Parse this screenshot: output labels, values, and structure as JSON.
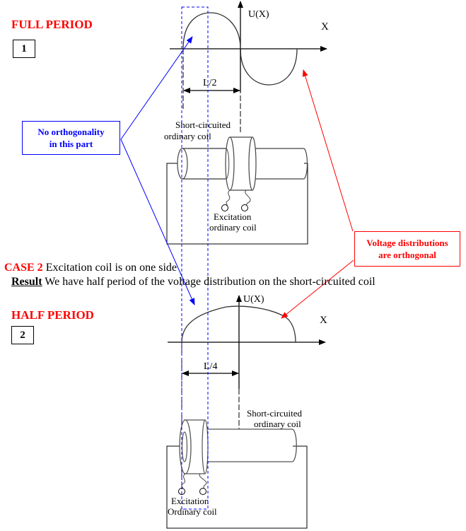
{
  "section1": {
    "title": "FULL PERIOD",
    "number": "1",
    "axis_y_label": "U(X)",
    "axis_x_label": "X",
    "dimension_label": "L/2",
    "short_circuited_coil_label_line1": "Short-circuited",
    "short_circuited_coil_label_line2": "ordinary coil",
    "excitation_coil_label_line1": "Excitation",
    "excitation_coil_label_line2": "ordinary coil",
    "curve": "full sine period"
  },
  "case2": {
    "case_label": "CASE 2",
    "case_text": "Excitation coil is on one side",
    "result_label": "Result",
    "result_text": "We have half period of the voltage distribution on the short-circuited coil"
  },
  "section2": {
    "title": "HALF PERIOD",
    "number": "2",
    "axis_y_label": "U(X)",
    "axis_x_label": "X",
    "dimension_label": "L/4",
    "short_circuited_coil_label_line1": "Short-circuited",
    "short_circuited_coil_label_line2": "ordinary coil",
    "excitation_coil_label_line1": "Excitation",
    "excitation_coil_label_line2": "Ordinary coil",
    "curve": "half sine period"
  },
  "callouts": {
    "no_orthogonality_line1": "No orthogonality",
    "no_orthogonality_line2": "in this part",
    "orthogonal_line1": "Voltage distributions",
    "orthogonal_line2": "are orthogonal"
  },
  "colors": {
    "title_red": "#ff0000",
    "callout_blue": "#0000ff",
    "callout_red": "#ff0000",
    "line_black": "#000000",
    "coil_grey": "#555555"
  }
}
